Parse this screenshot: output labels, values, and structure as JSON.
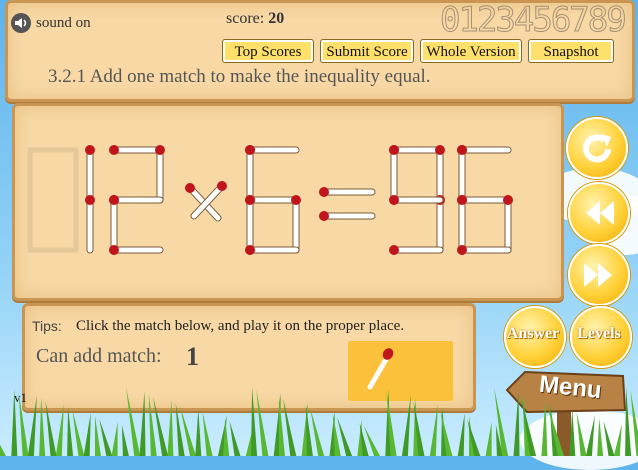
{
  "header": {
    "sound_label": "sound on",
    "score_label": "score:",
    "score_value": "20",
    "digit_strip": "0123456789"
  },
  "buttons": {
    "top_scores": "Top Scores",
    "submit_score": "Submit Score",
    "whole_version": "Whole Version",
    "snapshot": "Snapshot"
  },
  "puzzle": {
    "title": "3.2.1 Add one match to make the inequality equal.",
    "equation": "12×6=96"
  },
  "tips": {
    "label": "Tips:",
    "text": "Click the match below, and play it on the proper place.",
    "can_add_label": "Can add match:",
    "can_add_value": "1"
  },
  "side_buttons": {
    "answer": "Answer",
    "levels": "Levels",
    "menu": "Menu",
    "icons": [
      "restart-icon",
      "rewind-icon",
      "fast-forward-icon"
    ]
  },
  "version": "v1",
  "colors": {
    "board": "#f8d9a6",
    "button_yellow": "#ffe06a",
    "match_head": "#c0161b",
    "match_stick": "#ffffff",
    "sky": "#5db3ec"
  }
}
